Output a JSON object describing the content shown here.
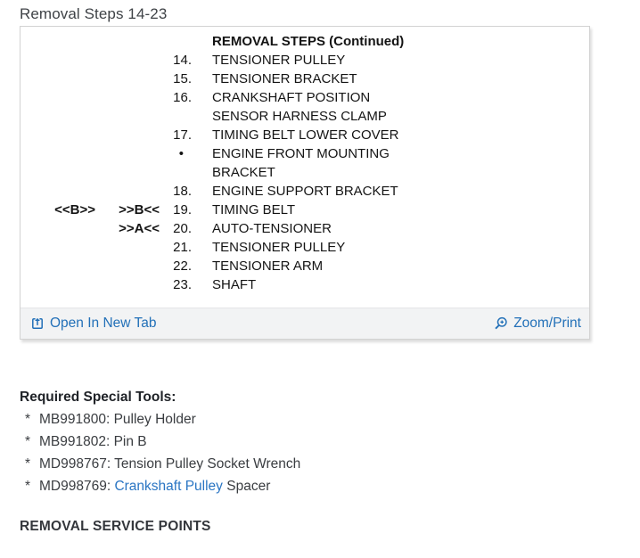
{
  "page_title": "Removal Steps 14-23",
  "viewer": {
    "heading": "REMOVAL STEPS (Continued)",
    "rows": [
      {
        "num": "14.",
        "text": "TENSIONER PULLEY"
      },
      {
        "num": "15.",
        "text": "TENSIONER BRACKET"
      },
      {
        "num": "16.",
        "text": "CRANKSHAFT POSITION"
      },
      {
        "num": "",
        "text": "SENSOR HARNESS CLAMP"
      },
      {
        "num": "17.",
        "text": "TIMING BELT LOWER COVER"
      },
      {
        "num": "•",
        "bullet": true,
        "text": "ENGINE FRONT MOUNTING"
      },
      {
        "num": "",
        "text": "BRACKET"
      },
      {
        "num": "18.",
        "text": "ENGINE SUPPORT BRACKET"
      },
      {
        "m1": "<<B>>",
        "m2": ">>B<<",
        "num": "19.",
        "text": "TIMING BELT"
      },
      {
        "m2": ">>A<<",
        "num": "20.",
        "text": "AUTO-TENSIONER"
      },
      {
        "num": "21.",
        "text": "TENSIONER PULLEY"
      },
      {
        "num": "22.",
        "text": "TENSIONER ARM"
      },
      {
        "num": "23.",
        "text": "SHAFT"
      }
    ],
    "footer": {
      "open_in_new_tab": "Open In New Tab",
      "zoom_print": "Zoom/Print"
    }
  },
  "tools": {
    "heading": "Required Special Tools:",
    "bullet": "*",
    "items": [
      {
        "parts": [
          {
            "text": "MB991800: Pulley Holder"
          }
        ]
      },
      {
        "parts": [
          {
            "text": "MB991802: Pin B"
          }
        ]
      },
      {
        "parts": [
          {
            "text": "MD998767: Tension Pulley Socket Wrench"
          }
        ]
      },
      {
        "parts": [
          {
            "text": "MD998769: "
          },
          {
            "text": "Crankshaft Pulley",
            "link": true,
            "name": "crankshaft-pulley-link"
          },
          {
            "text": " Spacer"
          }
        ]
      }
    ]
  },
  "section_heading": "REMOVAL SERVICE POINTS",
  "colors": {
    "footer_link": "#2270b8",
    "inline_link": "#2a75c3",
    "panel_text": "#141414",
    "title_text": "#3f4347",
    "footer_bg": "#f2f3f4"
  }
}
